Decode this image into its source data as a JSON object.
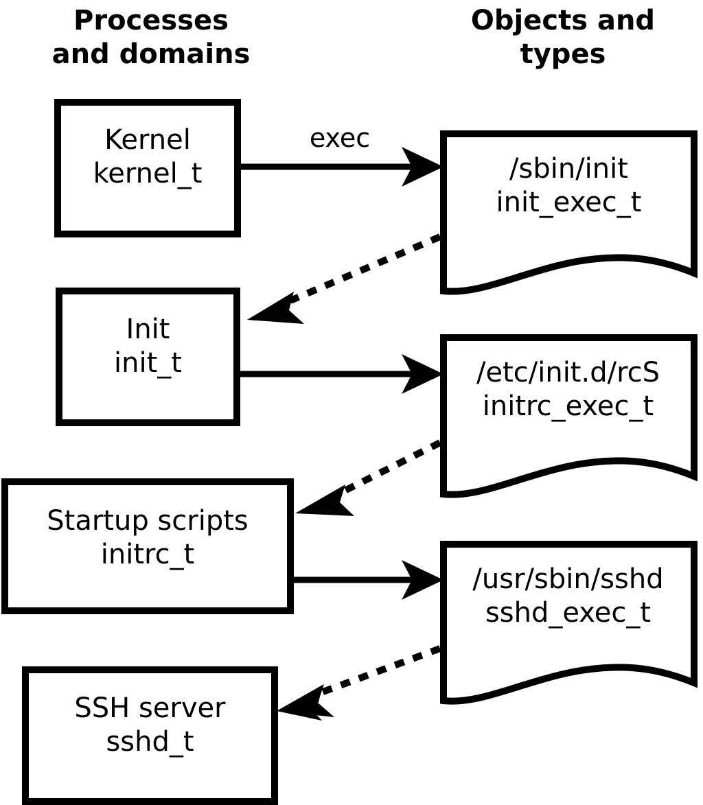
{
  "diagram": {
    "title_left": "Processes\nand domains",
    "title_right": "Objects and\ntypes",
    "stroke_color": "#000000",
    "background_color": "#ffffff",
    "process_nodes": [
      {
        "id": "kernel",
        "name": "Kernel",
        "type": "kernel_t",
        "label": "Kernel\nkernel_t"
      },
      {
        "id": "init",
        "name": "Init",
        "type": "init_t",
        "label": "Init\ninit_t"
      },
      {
        "id": "initrc",
        "name": "Startup scripts",
        "type": "initrc_t",
        "label": "Startup scripts\ninitrc_t"
      },
      {
        "id": "sshd",
        "name": "SSH server",
        "type": "sshd_t",
        "label": "SSH server\nsshd_t"
      }
    ],
    "object_nodes": [
      {
        "id": "init_exec",
        "path": "/sbin/init",
        "type": "init_exec_t",
        "label": "/sbin/init\ninit_exec_t"
      },
      {
        "id": "initrc_exec",
        "path": "/etc/init.d/rcS",
        "type": "initrc_exec_t",
        "label": "/etc/init.d/rcS\ninitrc_exec_t"
      },
      {
        "id": "sshd_exec",
        "path": "/usr/sbin/sshd",
        "type": "sshd_exec_t",
        "label": "/usr/sbin/sshd\nsshd_exec_t"
      }
    ],
    "edges": [
      {
        "id": "e1",
        "from": "kernel",
        "to": "init_exec",
        "label": "exec",
        "style": "solid"
      },
      {
        "id": "e2",
        "from": "init_exec",
        "to": "init",
        "label": "",
        "style": "dotted"
      },
      {
        "id": "e3",
        "from": "init",
        "to": "initrc_exec",
        "label": "",
        "style": "solid"
      },
      {
        "id": "e4",
        "from": "initrc_exec",
        "to": "initrc",
        "label": "",
        "style": "dotted"
      },
      {
        "id": "e5",
        "from": "initrc",
        "to": "sshd_exec",
        "label": "",
        "style": "solid"
      },
      {
        "id": "e6",
        "from": "sshd_exec",
        "to": "sshd",
        "label": "",
        "style": "dotted"
      }
    ],
    "edge_labels": {
      "exec": "exec"
    }
  }
}
